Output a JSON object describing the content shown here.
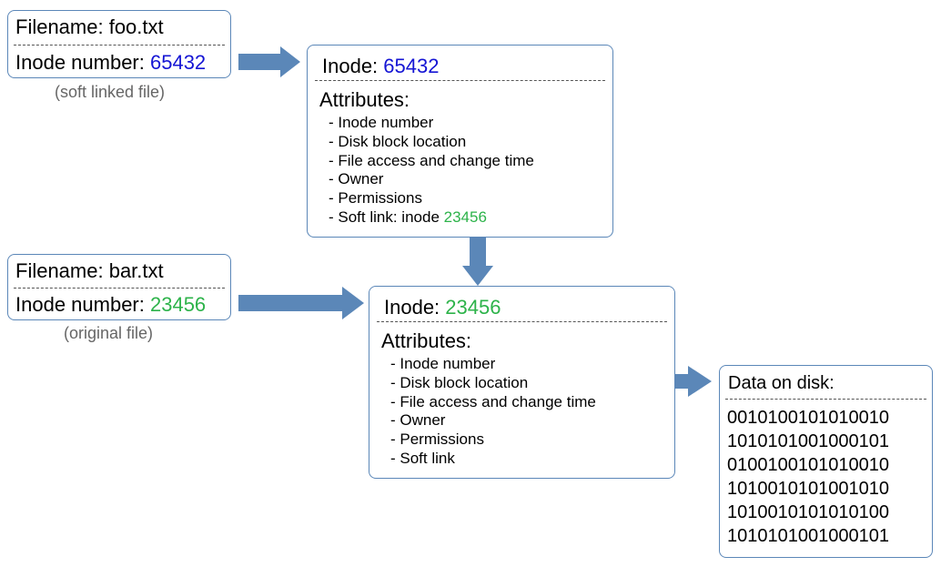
{
  "colors": {
    "box_border": "#5b87b8",
    "arrow_fill": "#5b87b8",
    "blue_inode": "#1515d4",
    "green_inode": "#2db34a"
  },
  "soft_file": {
    "filename_label": "Filename: foo.txt",
    "inode_label": "Inode number: ",
    "inode_value": "65432",
    "caption": "(soft linked file)"
  },
  "orig_file": {
    "filename_label": "Filename: bar.txt",
    "inode_label": "Inode number: ",
    "inode_value": "23456",
    "caption": "(original file)"
  },
  "inode_soft": {
    "title_label": "Inode: ",
    "title_value": "65432",
    "attributes_heading": "Attributes:",
    "items": [
      "- Inode number",
      "- Disk block location",
      "- File access and change  time",
      "- Owner",
      "- Permissions"
    ],
    "soft_link_label": "- Soft link: inode ",
    "soft_link_value": "23456"
  },
  "inode_orig": {
    "title_label": "Inode: ",
    "title_value": "23456",
    "attributes_heading": "Attributes:",
    "items": [
      "- Inode number",
      "- Disk block location",
      "- File access and change  time",
      "- Owner",
      "- Permissions",
      "- Soft link"
    ]
  },
  "data_disk": {
    "title": "Data on disk:",
    "rows": [
      "0010100101010010",
      "1010101001000101",
      "0100100101010010",
      "1010010101001010",
      "1010010101010100",
      "1010101001000101"
    ]
  }
}
